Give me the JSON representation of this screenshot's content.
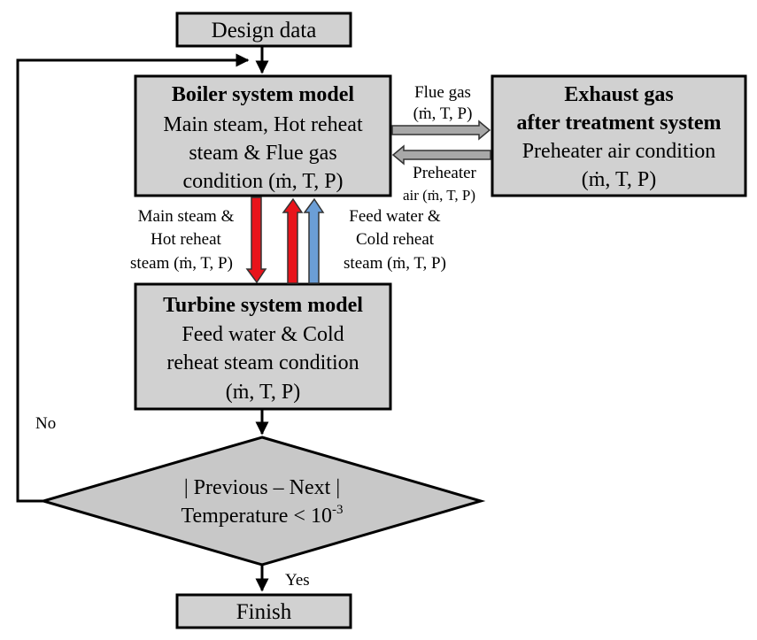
{
  "nodes": {
    "design_data": "Design data",
    "boiler": {
      "title": "Boiler system model",
      "lines": [
        "Main steam, Hot reheat",
        "steam & Flue gas",
        "condition (ṁ, T, P)"
      ]
    },
    "exhaust": {
      "title_lines": [
        "Exhaust gas",
        "after treatment system"
      ],
      "lines": [
        "Preheater air condition",
        "(ṁ, T, P)"
      ]
    },
    "turbine": {
      "title": "Turbine system model",
      "lines": [
        "Feed water & Cold",
        "reheat steam condition",
        "(ṁ, T, P)"
      ]
    },
    "decision": {
      "line1": "| Previous – Next |",
      "line2_main": "Temperature < 10",
      "line2_sup": "-3"
    },
    "finish": "Finish"
  },
  "edge_labels": {
    "flue_gas": [
      "Flue gas",
      "(ṁ, T, P)"
    ],
    "preheater_air": [
      "Preheater",
      "air (ṁ, T, P)"
    ],
    "main_steam": [
      "Main steam &",
      "Hot reheat",
      "steam (ṁ, T, P)"
    ],
    "feed_water": [
      "Feed water &",
      "Cold reheat",
      "steam (ṁ, T, P)"
    ],
    "no": "No",
    "yes": "Yes"
  },
  "colors": {
    "box_fill": "#d1d1d1",
    "steam_red": "#e8141b",
    "water_blue": "#6b9ed6",
    "gas_grey": "#a8a8a8"
  }
}
